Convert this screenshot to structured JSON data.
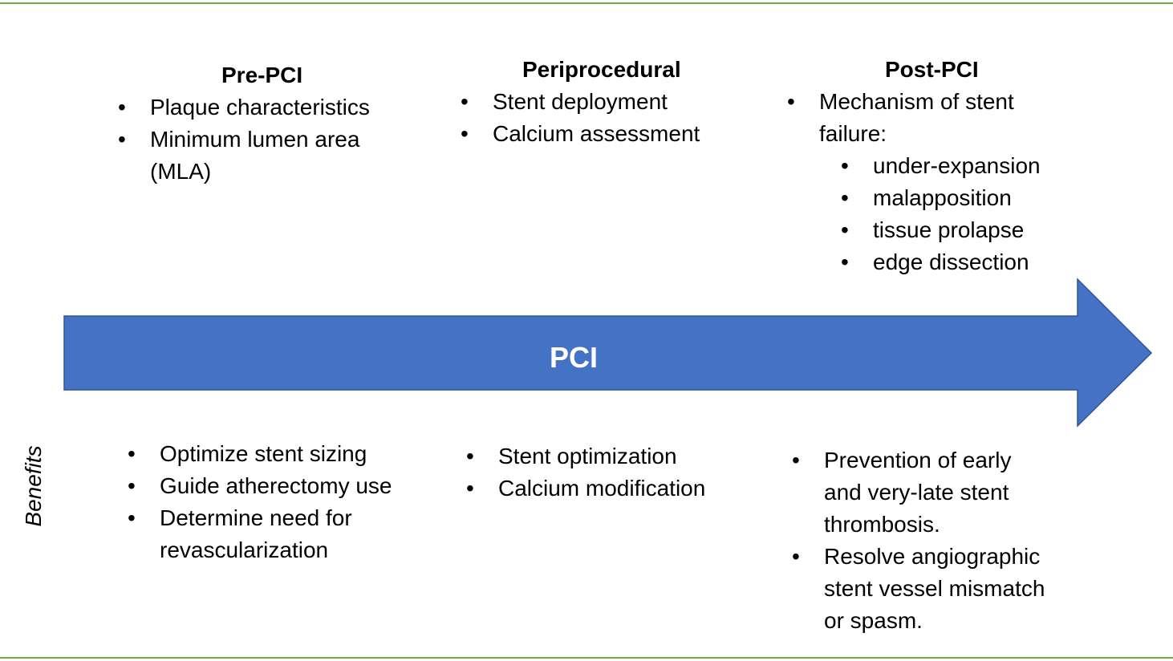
{
  "phases": {
    "pre_pci": {
      "title": "Pre-PCI",
      "items": [
        "Plaque characteristics",
        "Minimum lumen area",
        "(MLA)"
      ]
    },
    "periprocedural": {
      "title": "Periprocedural",
      "items": [
        "Stent deployment",
        "Calcium assessment"
      ]
    },
    "post_pci": {
      "title": "Post-PCI",
      "items": [
        "Mechanism of stent",
        "failure:"
      ],
      "subitems": [
        "under-expansion",
        "malapposition",
        "tissue prolapse",
        "edge dissection"
      ]
    }
  },
  "arrow": {
    "label": "PCI",
    "color": "#4472c4",
    "stroke": "#2f5597"
  },
  "benefits": {
    "label": "Benefits",
    "pre_pci": [
      "Optimize stent sizing",
      "Guide atherectomy use",
      "Determine need for",
      "revascularization"
    ],
    "periprocedural": [
      "Stent optimization",
      "Calcium modification"
    ],
    "post_pci": [
      "Prevention of early",
      "and very-late stent",
      "thrombosis.",
      "Resolve angiographic",
      "stent vessel mismatch",
      "or spasm."
    ]
  },
  "colors": {
    "rule": "#70ad47"
  }
}
